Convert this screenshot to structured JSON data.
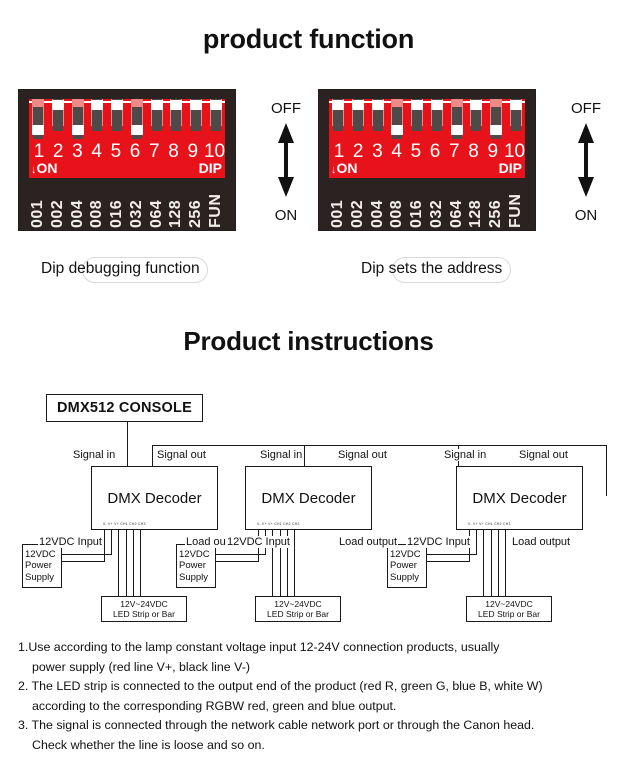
{
  "titles": {
    "product_function": "product function",
    "product_instructions": "Product instructions"
  },
  "dip_switches": [
    {
      "caption": "Dip debugging function",
      "numbers": [
        "1",
        "2",
        "3",
        "4",
        "5",
        "6",
        "7",
        "8",
        "9",
        "10"
      ],
      "on_label": "ON",
      "on_arrow": "↓",
      "dip_label": "DIP",
      "values": [
        "001",
        "002",
        "004",
        "008",
        "016",
        "032",
        "064",
        "128",
        "256",
        "FUN"
      ],
      "positions": [
        "down",
        "up",
        "down",
        "up",
        "up",
        "down",
        "up",
        "up",
        "up",
        "up"
      ],
      "gauge": {
        "off_label": "OFF",
        "on_label": "ON"
      }
    },
    {
      "caption": "Dip sets the address",
      "numbers": [
        "1",
        "2",
        "3",
        "4",
        "5",
        "6",
        "7",
        "8",
        "9",
        "10"
      ],
      "on_label": "ON",
      "on_arrow": "↓",
      "dip_label": "DIP",
      "values": [
        "001",
        "002",
        "004",
        "008",
        "016",
        "032",
        "064",
        "128",
        "256",
        "FUN"
      ],
      "positions": [
        "up",
        "up",
        "up",
        "down",
        "up",
        "up",
        "down",
        "up",
        "down",
        "up"
      ],
      "gauge": {
        "off_label": "OFF",
        "on_label": "ON"
      }
    }
  ],
  "diagram": {
    "console_label": "DMX512 CONSOLE",
    "decoder_label": "DMX Decoder",
    "signal_in_label": "Signal in",
    "signal_out_label": "Signal out",
    "input_label": "12VDC Input",
    "load_label": "Load output",
    "psu_line1": "12VDC",
    "psu_line2": "Power",
    "psu_line3": "Supply",
    "strip_line1": "12V~24VDC",
    "strip_line2": "LED Strip or Bar",
    "terminal_label": "V- V+ V+ CH1 CH2 CH3"
  },
  "instructions": [
    {
      "line1": "1.Use according to the lamp constant voltage input 12-24V connection products, usually",
      "line2": "power supply (red line V+, black line V-)"
    },
    {
      "line1": "2. The LED strip is connected to the output end of the product (red R, green G, blue B, white W)",
      "line2": "according to the corresponding RGBW red, green and blue output."
    },
    {
      "line1": "3. The signal is connected through the network cable network port or through the Canon head.",
      "line2": "Check whether the line is loose and so on."
    }
  ],
  "colors": {
    "dip_red": "#e8131a",
    "dip_case": "#2b2321",
    "switch_stem": "#4d4a49",
    "switch_knob": "#ffffff",
    "line": "#1a1a1a"
  }
}
